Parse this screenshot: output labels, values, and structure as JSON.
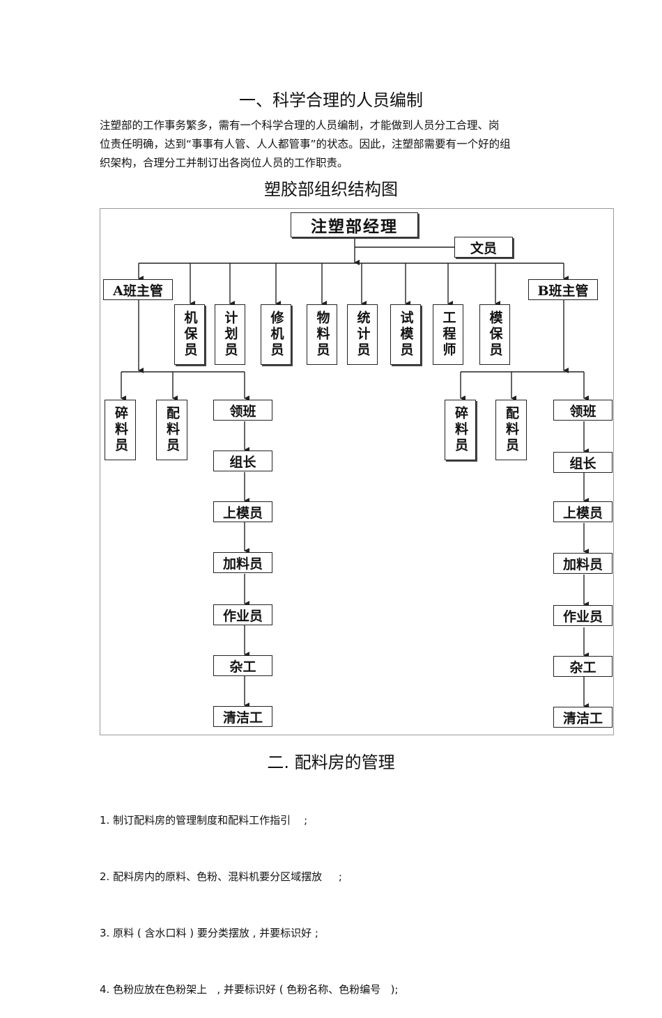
{
  "section1": {
    "title": "一、科学合理的人员编制",
    "para_line1": "注塑部的工作事务繁多，需有一个科学合理的人员编制，才能做到人员分工合理、岗",
    "para_line2": "位责任明确，达到“事事有人管、人人都管事”的状态。因此，注塑部需要有一个好的组",
    "para_line3": "织架构，合理分工并制订出各岗位人员的工作职责。"
  },
  "org_chart": {
    "title": "塑胶部组织结构图",
    "manager": "注塑部经理",
    "clerk": "文员",
    "a_supervisor": "A班主管",
    "b_supervisor": "B班主管",
    "staff": [
      "机保员",
      "计划员",
      "修机员",
      "物料员",
      "统计员",
      "试模员",
      "工程师",
      "模保员"
    ],
    "a_side": [
      "碎料员",
      "配料员"
    ],
    "b_side": [
      "碎料员",
      "配料员"
    ],
    "a_chain": [
      "领班",
      "组长",
      "上模员",
      "加料员",
      "作业员",
      "杂工",
      "清洁工"
    ],
    "b_chain": [
      "领班",
      "组长",
      "上模员",
      "加料员",
      "作业员",
      "杂工",
      "清洁工"
    ]
  },
  "section2": {
    "title": "二.  配料房的管理",
    "items": [
      "1. 制订配料房的管理制度和配料工作指引    ;",
      "2. 配料房内的原料、色粉、混料机要分区域摆放     ;",
      "3. 原料 ( 含水口料 ) 要分类摆放 , 并要标识好 ;",
      "4. 色粉应放在色粉架上   , 并要标识好 ( 色粉名称、色粉编号   );"
    ]
  }
}
